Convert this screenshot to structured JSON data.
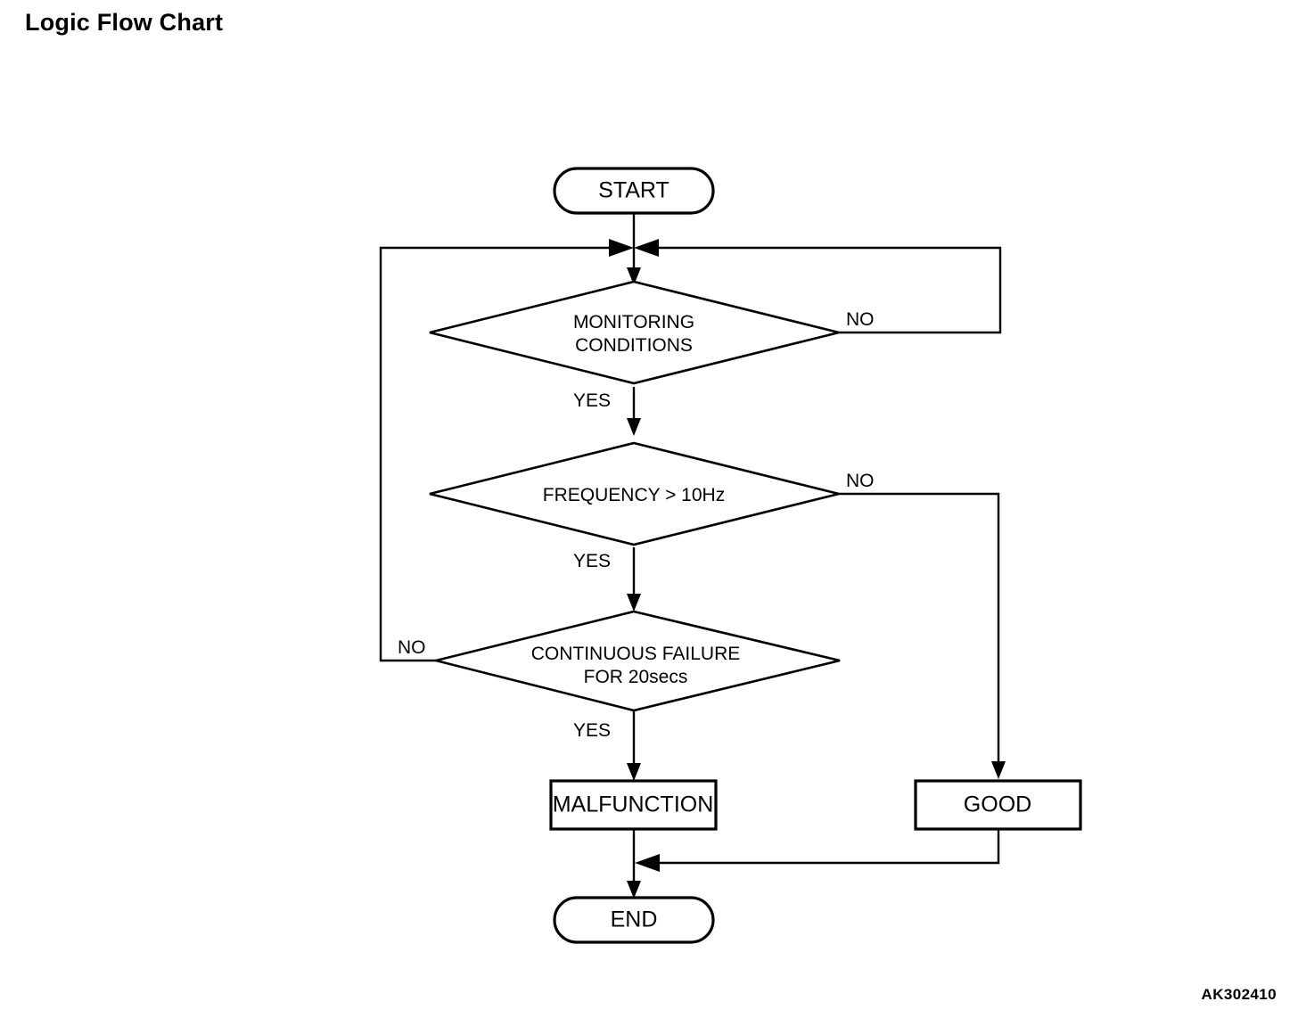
{
  "title": "Logic Flow Chart",
  "figure_code": "AK302410",
  "diagram": {
    "type": "flowchart",
    "nodes": {
      "start": {
        "label": "START",
        "shape": "stadium"
      },
      "monitoring": {
        "label_line1": "MONITORING",
        "label_line2": "CONDITIONS",
        "shape": "diamond"
      },
      "frequency": {
        "label_line1": "FREQUENCY > 10Hz",
        "shape": "diamond"
      },
      "continuous": {
        "label_line1": "CONTINUOUS FAILURE",
        "label_line2": "FOR 20secs",
        "shape": "diamond"
      },
      "malfunction": {
        "label": "MALFUNCTION",
        "shape": "rectangle"
      },
      "good": {
        "label": "GOOD",
        "shape": "rectangle"
      },
      "end": {
        "label": "END",
        "shape": "stadium"
      }
    },
    "edge_labels": {
      "monitoring_yes": "YES",
      "monitoring_no": "NO",
      "frequency_yes": "YES",
      "frequency_no": "NO",
      "continuous_yes": "YES",
      "continuous_no": "NO"
    },
    "colors": {
      "stroke": "#000000",
      "fill": "#ffffff",
      "text": "#000000"
    }
  }
}
